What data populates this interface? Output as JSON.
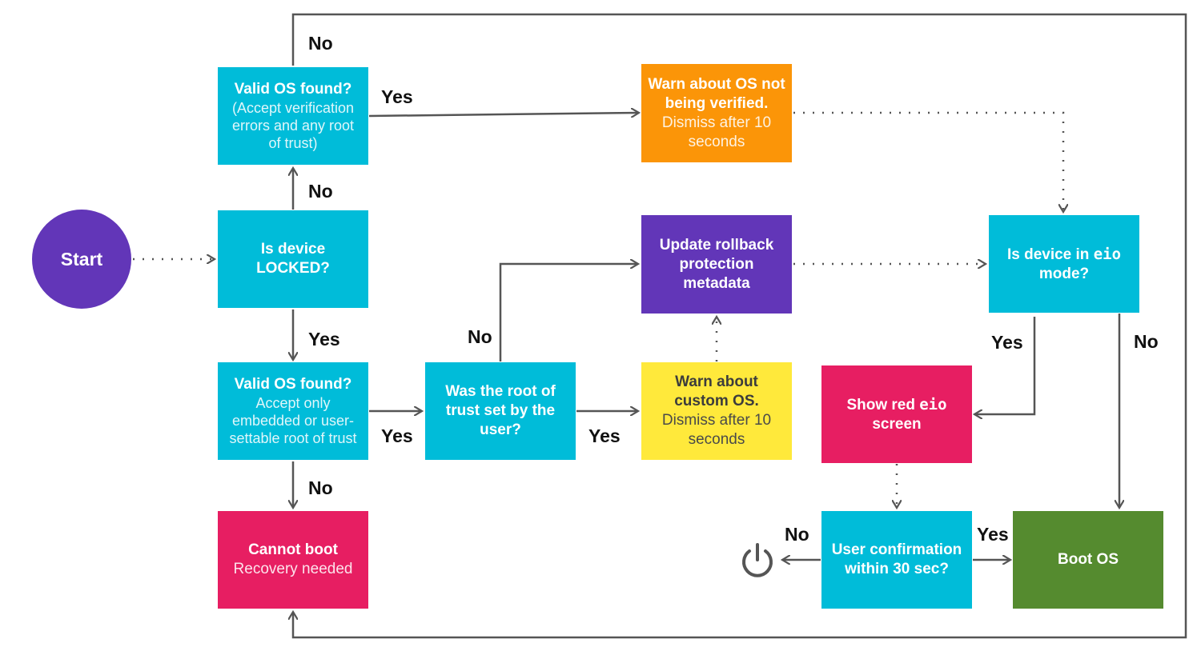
{
  "start": "Start",
  "nodes": {
    "valid_os_unlocked": {
      "title": "Valid OS found?",
      "note": "(Accept verification errors and any root of trust)"
    },
    "is_locked": {
      "title": "Is device LOCKED?"
    },
    "valid_os_locked": {
      "title": "Valid OS found?",
      "note": "Accept only embedded or user-settable root of trust"
    },
    "cannot_boot": {
      "title": "Cannot boot",
      "note": "Recovery needed"
    },
    "root_of_trust": {
      "title": "Was the root of trust set by the user?"
    },
    "warn_unverified": {
      "title": "Warn about OS not being verified.",
      "note": "Dismiss after 10 seconds"
    },
    "update_rollback": {
      "title": "Update rollback protection metadata"
    },
    "warn_custom": {
      "title": "Warn about custom OS.",
      "note": "Dismiss after 10 seconds"
    },
    "eio_mode": {
      "prefix": "Is device in ",
      "code": "eio",
      "suffix": " mode?"
    },
    "red_eio": {
      "prefix": "Show red ",
      "code": "eio",
      "suffix": " screen"
    },
    "user_confirm": {
      "title": "User confirmation within 30 sec?"
    },
    "boot_os": {
      "title": "Boot OS"
    }
  },
  "labels": {
    "no_top": "No",
    "yes_valid_unlocked": "Yes",
    "no_locked": "No",
    "yes_locked": "Yes",
    "yes_valid_locked": "Yes",
    "no_valid_locked": "No",
    "no_root": "No",
    "yes_root": "Yes",
    "yes_eio": "Yes",
    "no_eio": "No",
    "no_confirm": "No",
    "yes_confirm": "Yes"
  },
  "icons": {
    "power": "power-icon"
  },
  "colors": {
    "decision": "#00bcd9",
    "warn_orange": "#fb9508",
    "purple": "#6236b8",
    "warn_yellow": "#ffe93b",
    "error_pink": "#e71e62",
    "boot_green": "#558b2f",
    "line": "#555555"
  }
}
